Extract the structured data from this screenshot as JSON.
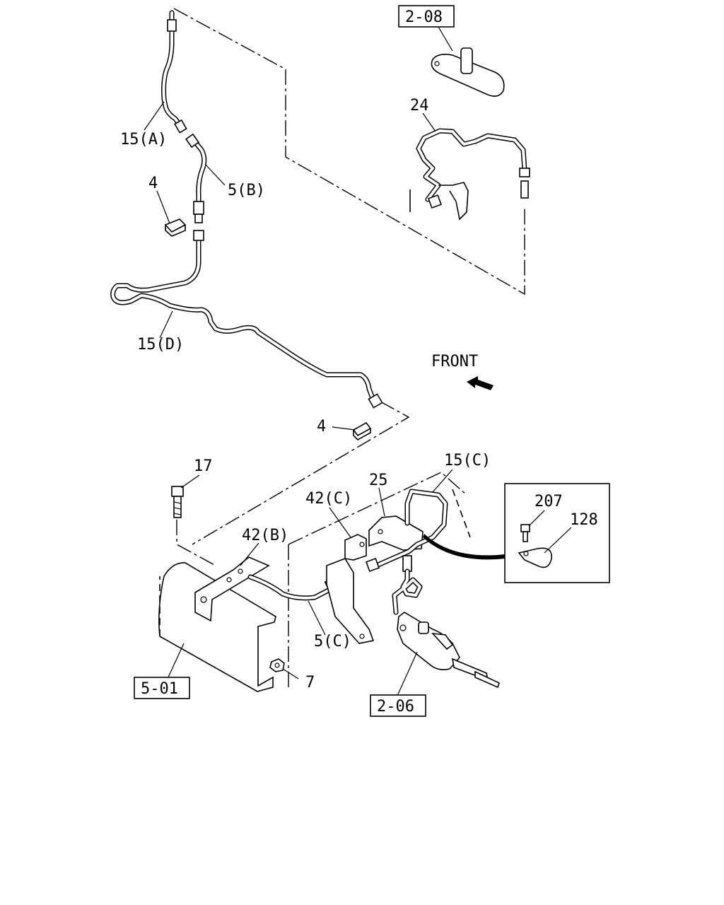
{
  "front_label": "FRONT",
  "refs": {
    "r208": "2-08",
    "r501": "5-01",
    "r206": "2-06"
  },
  "callouts": {
    "c15a": "15(A)",
    "c5b": "5(B)",
    "c4a": "4",
    "c15d": "15(D)",
    "c4b": "4",
    "c24": "24",
    "c17": "17",
    "c42b": "42(B)",
    "c42c": "42(C)",
    "c25": "25",
    "c15c": "15(C)",
    "c5c": "5(C)",
    "c7": "7",
    "c207": "207",
    "c128": "128"
  }
}
